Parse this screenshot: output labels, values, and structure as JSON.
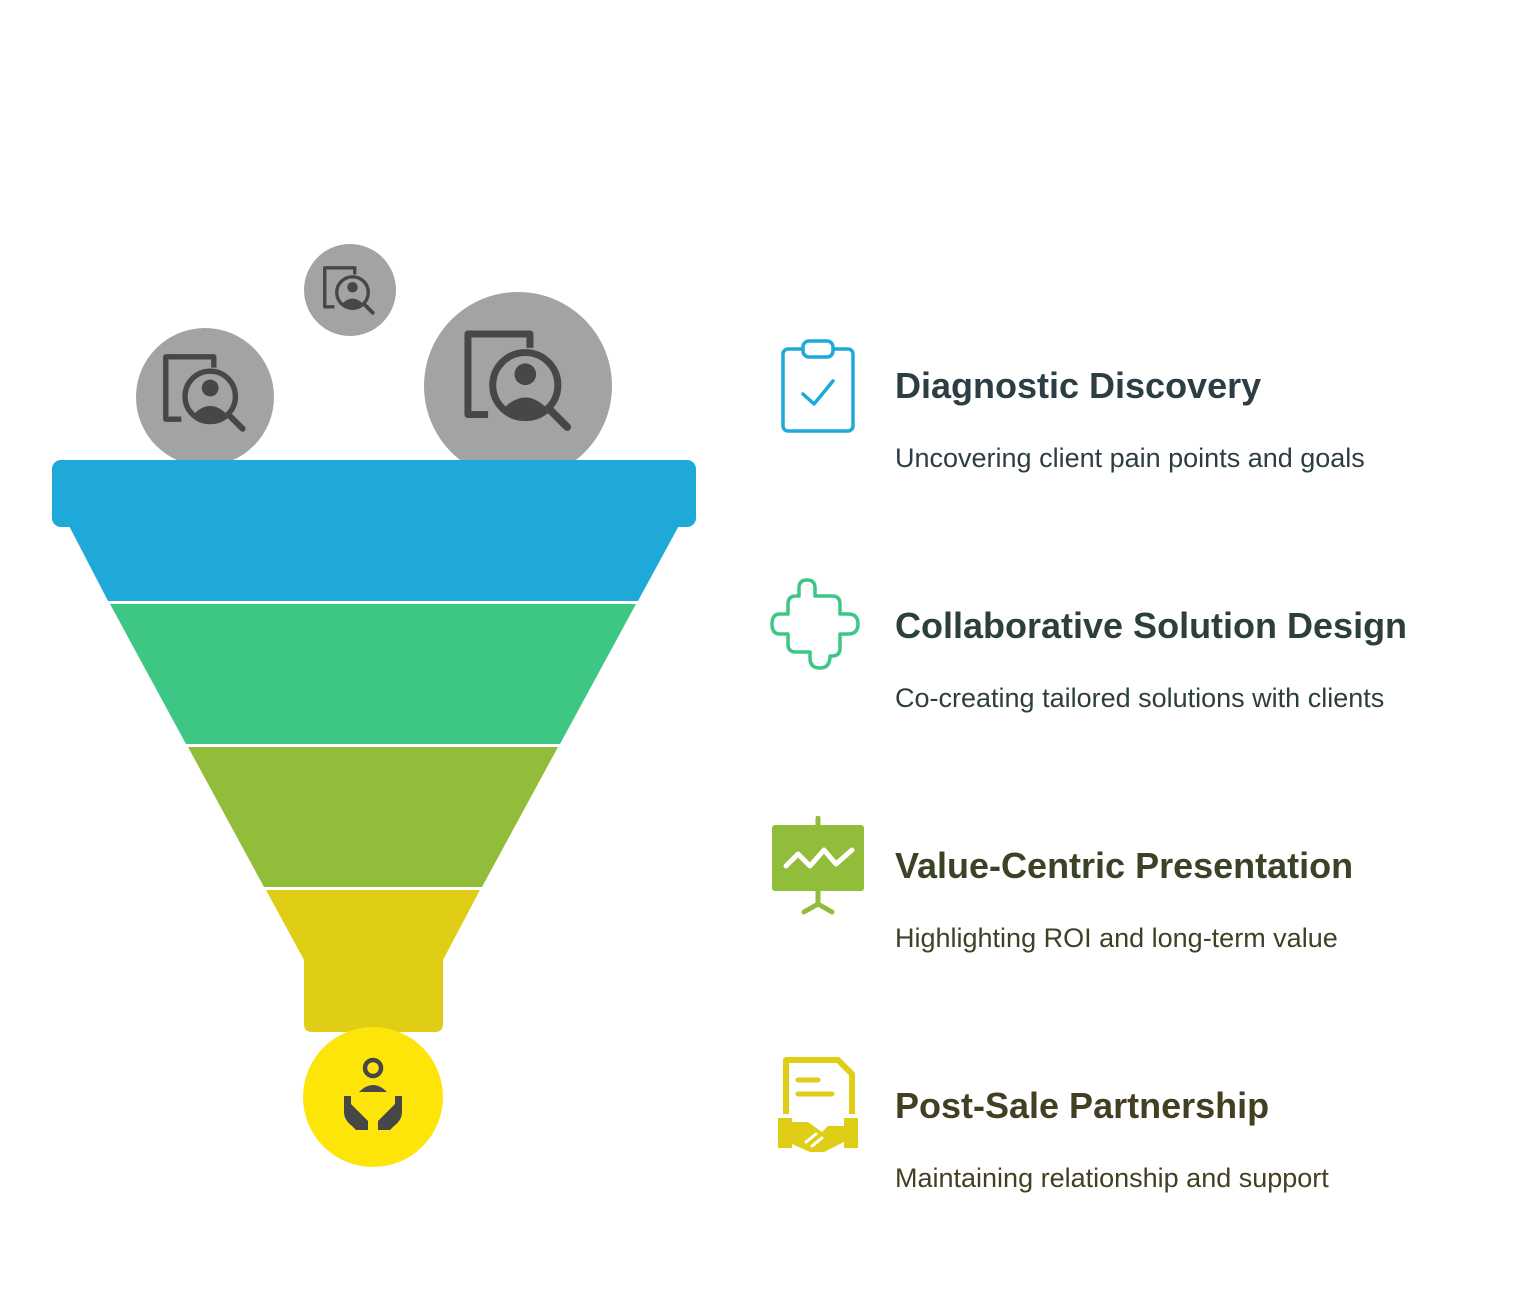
{
  "colors": {
    "stage_1": "#1fa9d8",
    "stage_2": "#3ec684",
    "stage_3": "#92bd3b",
    "stage_4": "#dfcd16",
    "outcome_circle": "#fde50a",
    "input_circles": "#a3a3a3",
    "dark_icon": "#474747"
  },
  "input_icons": [
    "client-search-icon",
    "client-search-icon",
    "client-search-icon"
  ],
  "outcome_icon": "hands-supporting-person-icon",
  "stages": [
    {
      "title": "Diagnostic Discovery",
      "description": "Uncovering client pain points and goals",
      "icon": "clipboard-check-icon"
    },
    {
      "title": "Collaborative Solution Design",
      "description": "Co-creating tailored solutions with clients",
      "icon": "puzzle-piece-icon"
    },
    {
      "title": "Value-Centric Presentation",
      "description": "Highlighting ROI and long-term value",
      "icon": "presentation-board-icon"
    },
    {
      "title": "Post-Sale Partnership",
      "description": "Maintaining relationship and support",
      "icon": "contract-handshake-icon"
    }
  ]
}
